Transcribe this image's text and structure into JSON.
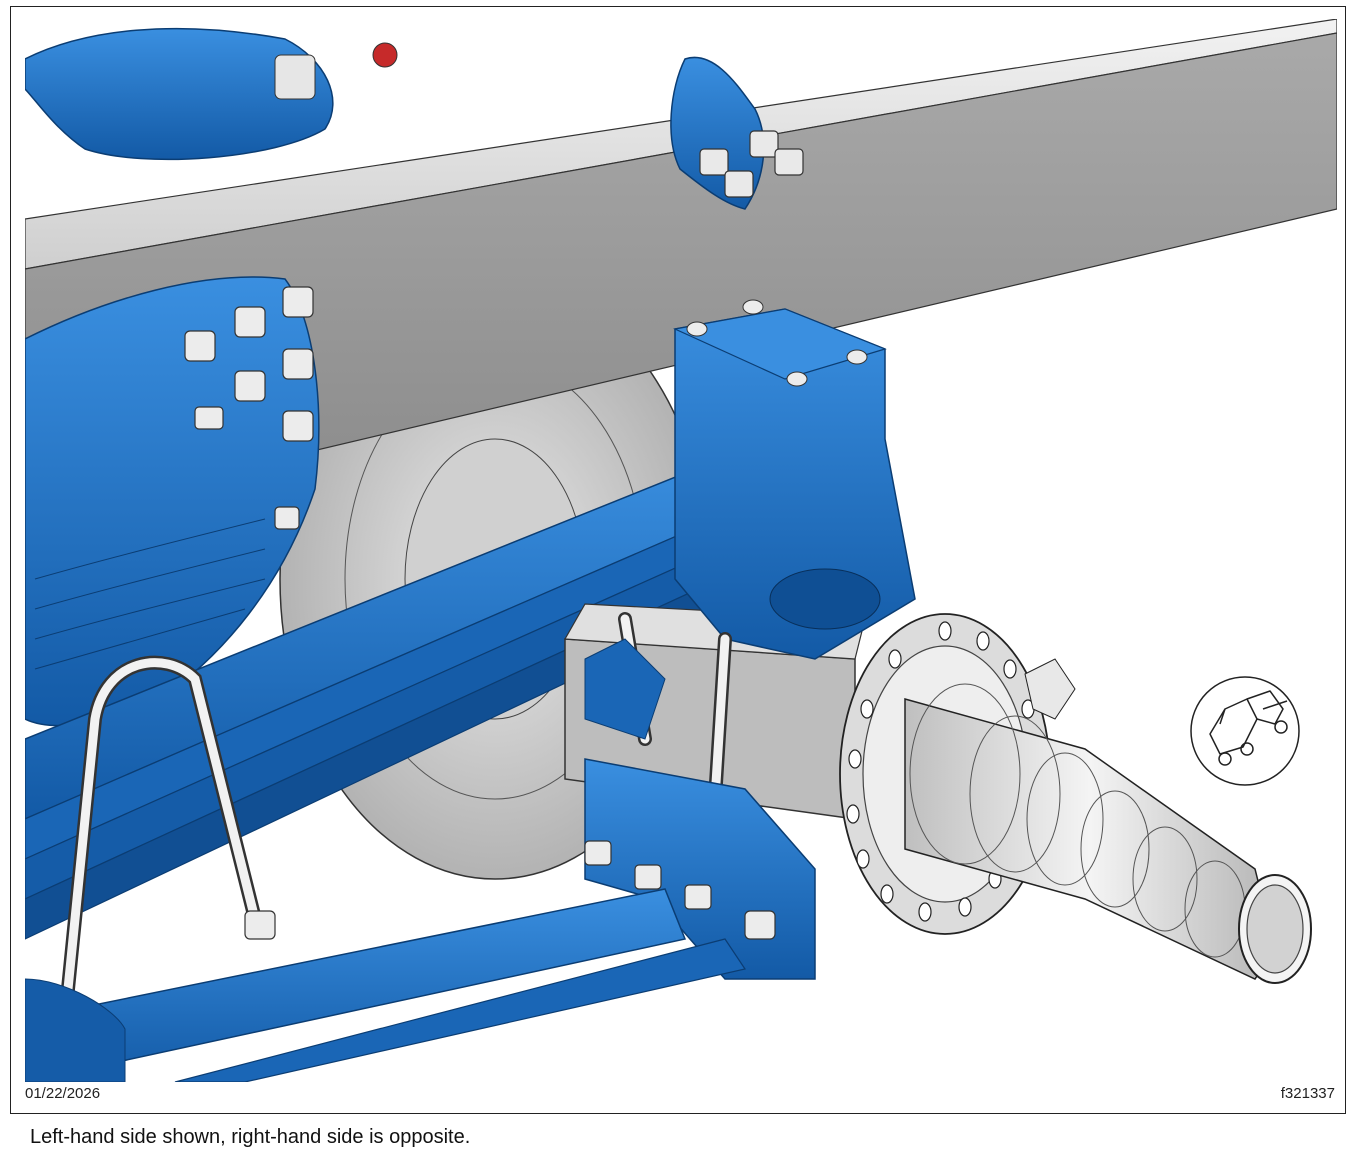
{
  "figure": {
    "date": "01/22/2026",
    "figure_id": "f321337",
    "caption": "Left-hand side shown, right-hand side is opposite.",
    "colors": {
      "component_blue": "#1f74c9",
      "component_blue_dark": "#0f4f94",
      "frame_rail_gray": "#9c9c9c",
      "hub_metal": "#d9d9d9"
    },
    "icons": [
      "truck-orientation-icon"
    ]
  }
}
